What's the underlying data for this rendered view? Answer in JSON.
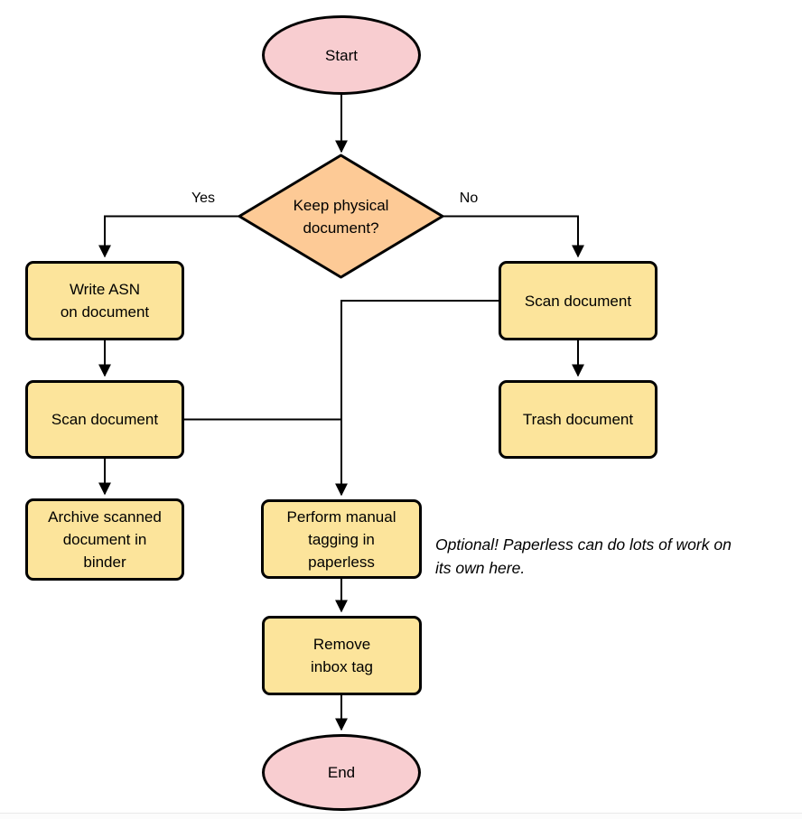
{
  "flowchart": {
    "nodes": {
      "start": "Start",
      "decision": "Keep physical\ndocument?",
      "write_asn": "Write ASN\non document",
      "scan_left": "Scan document",
      "archive": "Archive scanned\ndocument in\nbinder",
      "scan_right": "Scan document",
      "trash": "Trash document",
      "perform_tagging": "Perform manual\ntagging in\npaperless",
      "remove_inbox": "Remove\ninbox tag",
      "end": "End"
    },
    "edge_labels": {
      "yes": "Yes",
      "no": "No"
    },
    "note": "Optional! Paperless can do lots of work on\nits own here.",
    "colors": {
      "terminator_fill": "#F8CDD0",
      "decision_fill": "#FDCA96",
      "process_fill": "#FCE49B",
      "stroke": "#000000",
      "text": "#000000"
    }
  }
}
